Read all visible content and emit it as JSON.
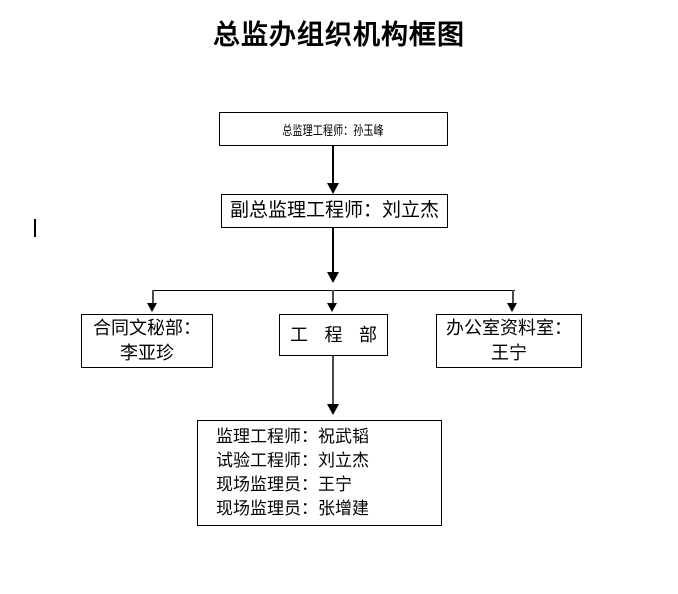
{
  "title": "总监办组织机构框图",
  "chart_data": {
    "type": "diagram",
    "diagram_kind": "organization-chart",
    "title": "总监办组织机构框图",
    "orientation": "top-down",
    "nodes": [
      {
        "id": "director",
        "level": 1,
        "lines": [
          "总监理工程师：孙玉峰"
        ],
        "role": "总监理工程师",
        "person": "孙玉峰"
      },
      {
        "id": "deputy",
        "level": 2,
        "lines": [
          "副总监理工程师：刘立杰"
        ],
        "role": "副总监理工程师",
        "person": "刘立杰"
      },
      {
        "id": "contract",
        "level": 3,
        "lines": [
          "合同文秘部：",
          "李亚珍"
        ],
        "role": "合同文秘部",
        "person": "李亚珍"
      },
      {
        "id": "engineering",
        "level": 3,
        "lines": [
          "工 程 部"
        ],
        "role": "工程部",
        "person": ""
      },
      {
        "id": "office",
        "level": 3,
        "lines": [
          "办公室资料室：",
          "王宁"
        ],
        "role": "办公室资料室",
        "person": "王宁"
      },
      {
        "id": "staff",
        "level": 4,
        "lines": [
          "监理工程师：祝武韬",
          "试验工程师：刘立杰",
          "现场监理员：王宁",
          "现场监理员：张增建"
        ],
        "members": [
          {
            "role": "监理工程师",
            "person": "祝武韬"
          },
          {
            "role": "试验工程师",
            "person": "刘立杰"
          },
          {
            "role": "现场监理员",
            "person": "王宁"
          },
          {
            "role": "现场监理员",
            "person": "张增建"
          }
        ]
      }
    ],
    "edges": [
      {
        "from": "director",
        "to": "deputy",
        "style": "arrow"
      },
      {
        "from": "deputy",
        "to": "contract",
        "style": "arrow"
      },
      {
        "from": "deputy",
        "to": "engineering",
        "style": "arrow"
      },
      {
        "from": "deputy",
        "to": "office",
        "style": "arrow"
      },
      {
        "from": "engineering",
        "to": "staff",
        "style": "arrow"
      }
    ],
    "colors": {
      "background": "#ffffff",
      "box_border": "#000000",
      "text": "#000000",
      "connector": "#000000",
      "connector_secondary": "#4a4a4a"
    }
  },
  "nodes": {
    "director": {
      "line1": "总监理工程师：孙玉峰"
    },
    "deputy": {
      "line1": "副总监理工程师：刘立杰"
    },
    "contract": {
      "line1": "合同文秘部：",
      "line2": "李亚珍"
    },
    "engineering": {
      "line1": "工 程 部"
    },
    "office": {
      "line1": "办公室资料室：",
      "line2": "王宁"
    },
    "staff": {
      "line1": "监理工程师：祝武韬",
      "line2": "试验工程师：刘立杰",
      "line3": "现场监理员：王宁",
      "line4": "现场监理员：张增建"
    }
  }
}
